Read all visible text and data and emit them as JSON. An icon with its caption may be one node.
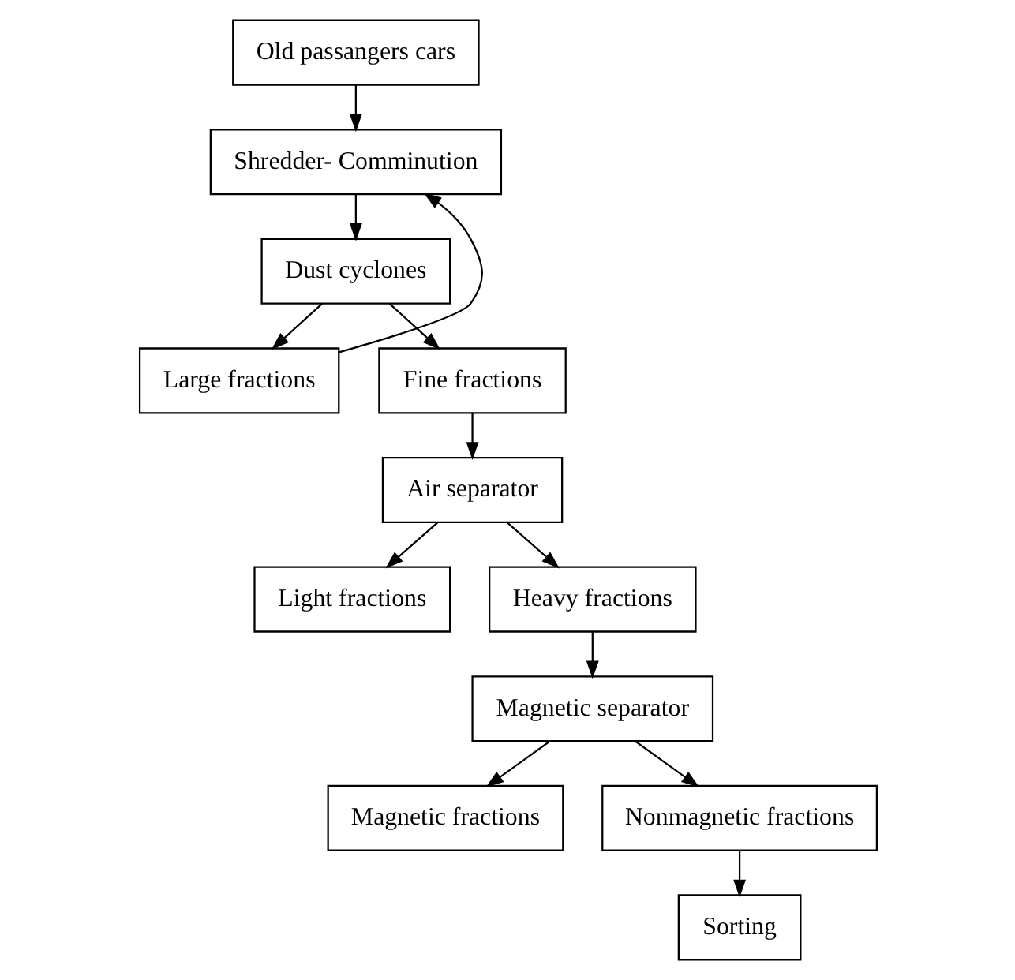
{
  "diagram": {
    "nodes": [
      {
        "text": [
          "Old passangers cars"
        ]
      },
      {
        "text": [
          "Shredder- Comminution"
        ]
      },
      {
        "text": [
          "Dust cyclones"
        ]
      },
      {
        "text": [
          "Large fractions"
        ]
      },
      {
        "text": [
          "Fine fractions"
        ]
      },
      {
        "text": [
          "Air separator"
        ]
      },
      {
        "text": [
          "Light fractions"
        ]
      },
      {
        "text": [
          "Heavy fractions"
        ]
      },
      {
        "text": [
          "Magnetic separator"
        ]
      },
      {
        "text": [
          "Magnetic fractions"
        ]
      },
      {
        "text": [
          "Nonmagnetic fractions"
        ]
      },
      {
        "text": [
          "Sorting"
        ]
      }
    ],
    "edges": [
      {
        "from": 0,
        "to": 1,
        "arrow": "to"
      },
      {
        "from": 1,
        "to": 2,
        "arrow": "to"
      },
      {
        "from": 2,
        "to": 3,
        "arrow": "to"
      },
      {
        "from": 2,
        "to": 4,
        "arrow": "to"
      },
      {
        "from": 3,
        "to": 1,
        "arrow": "to"
      },
      {
        "from": 4,
        "to": 5,
        "arrow": "to"
      },
      {
        "from": 5,
        "to": 6,
        "arrow": "to"
      },
      {
        "from": 5,
        "to": 7,
        "arrow": "to"
      },
      {
        "from": 7,
        "to": 8,
        "arrow": "to"
      },
      {
        "from": 8,
        "to": 9,
        "arrow": "to"
      },
      {
        "from": 8,
        "to": 10,
        "arrow": "to"
      },
      {
        "from": 10,
        "to": 11,
        "arrow": "to"
      }
    ]
  }
}
